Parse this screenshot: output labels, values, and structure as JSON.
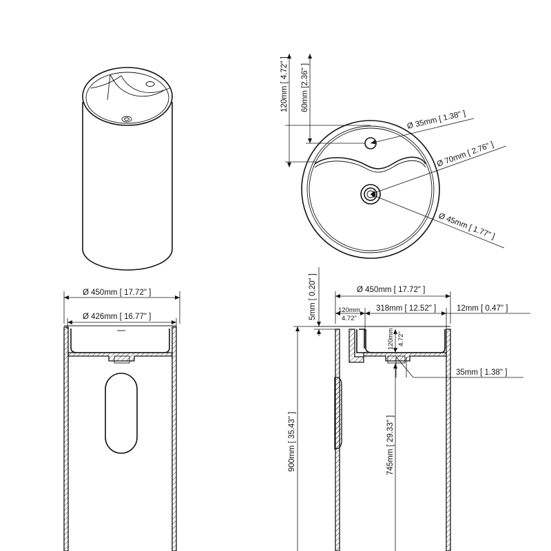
{
  "top_view": {
    "dim_120": "120mm [ 4.72\" ]",
    "dim_60": "60mm [2.36\" ]",
    "dim_35": "Ø 35mm [ 1.38\" ]",
    "dim_70": "Ø 70mm [ 2.76\" ]",
    "dim_45": "Ø 45mm [ 1.77\" ]"
  },
  "front_view": {
    "dim_450": "Ø 450mm [ 17.72\" ]",
    "dim_426": "Ø 426mm [ 16.77\" ]"
  },
  "side_view": {
    "dim_450": "Ø 450mm [ 17.72\" ]",
    "dim_5": "5mm [ 0.20\" ]",
    "dim_120": "120mm",
    "dim_120_in": "4.72\"",
    "dim_318": "318mm [ 12.52\" ]",
    "dim_12": "12mm [ 0.47\" ]",
    "dim_120_v": "120mm",
    "dim_120_v_in": "4.72\"",
    "dim_35": "35mm [ 1.38\" ]",
    "dim_900": "900mm [ 35.43\" ]",
    "dim_745": "745mm [ 29.33\" ]"
  }
}
